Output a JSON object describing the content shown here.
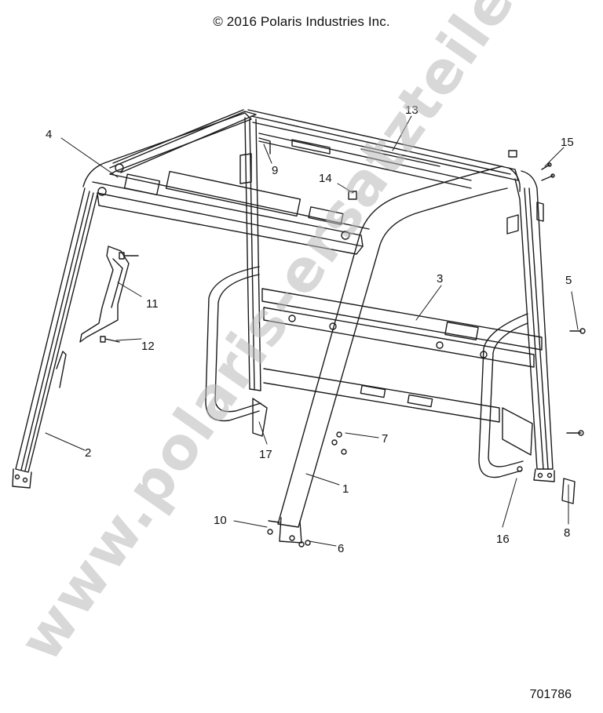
{
  "copyright": "© 2016 Polaris Industries Inc.",
  "document_number": "701786",
  "watermark": "www.polaris-ersatzteile.de",
  "colors": {
    "line": "#1a1a1a",
    "watermark": "#b8b8b8"
  },
  "callouts": {
    "c1": "1",
    "c2": "2",
    "c3": "3",
    "c4": "4",
    "c5": "5",
    "c6": "6",
    "c7": "7",
    "c8": "8",
    "c9": "9",
    "c10": "10",
    "c11": "11",
    "c12": "12",
    "c13": "13",
    "c14": "14",
    "c15": "15",
    "c16": "16",
    "c17": "17"
  }
}
